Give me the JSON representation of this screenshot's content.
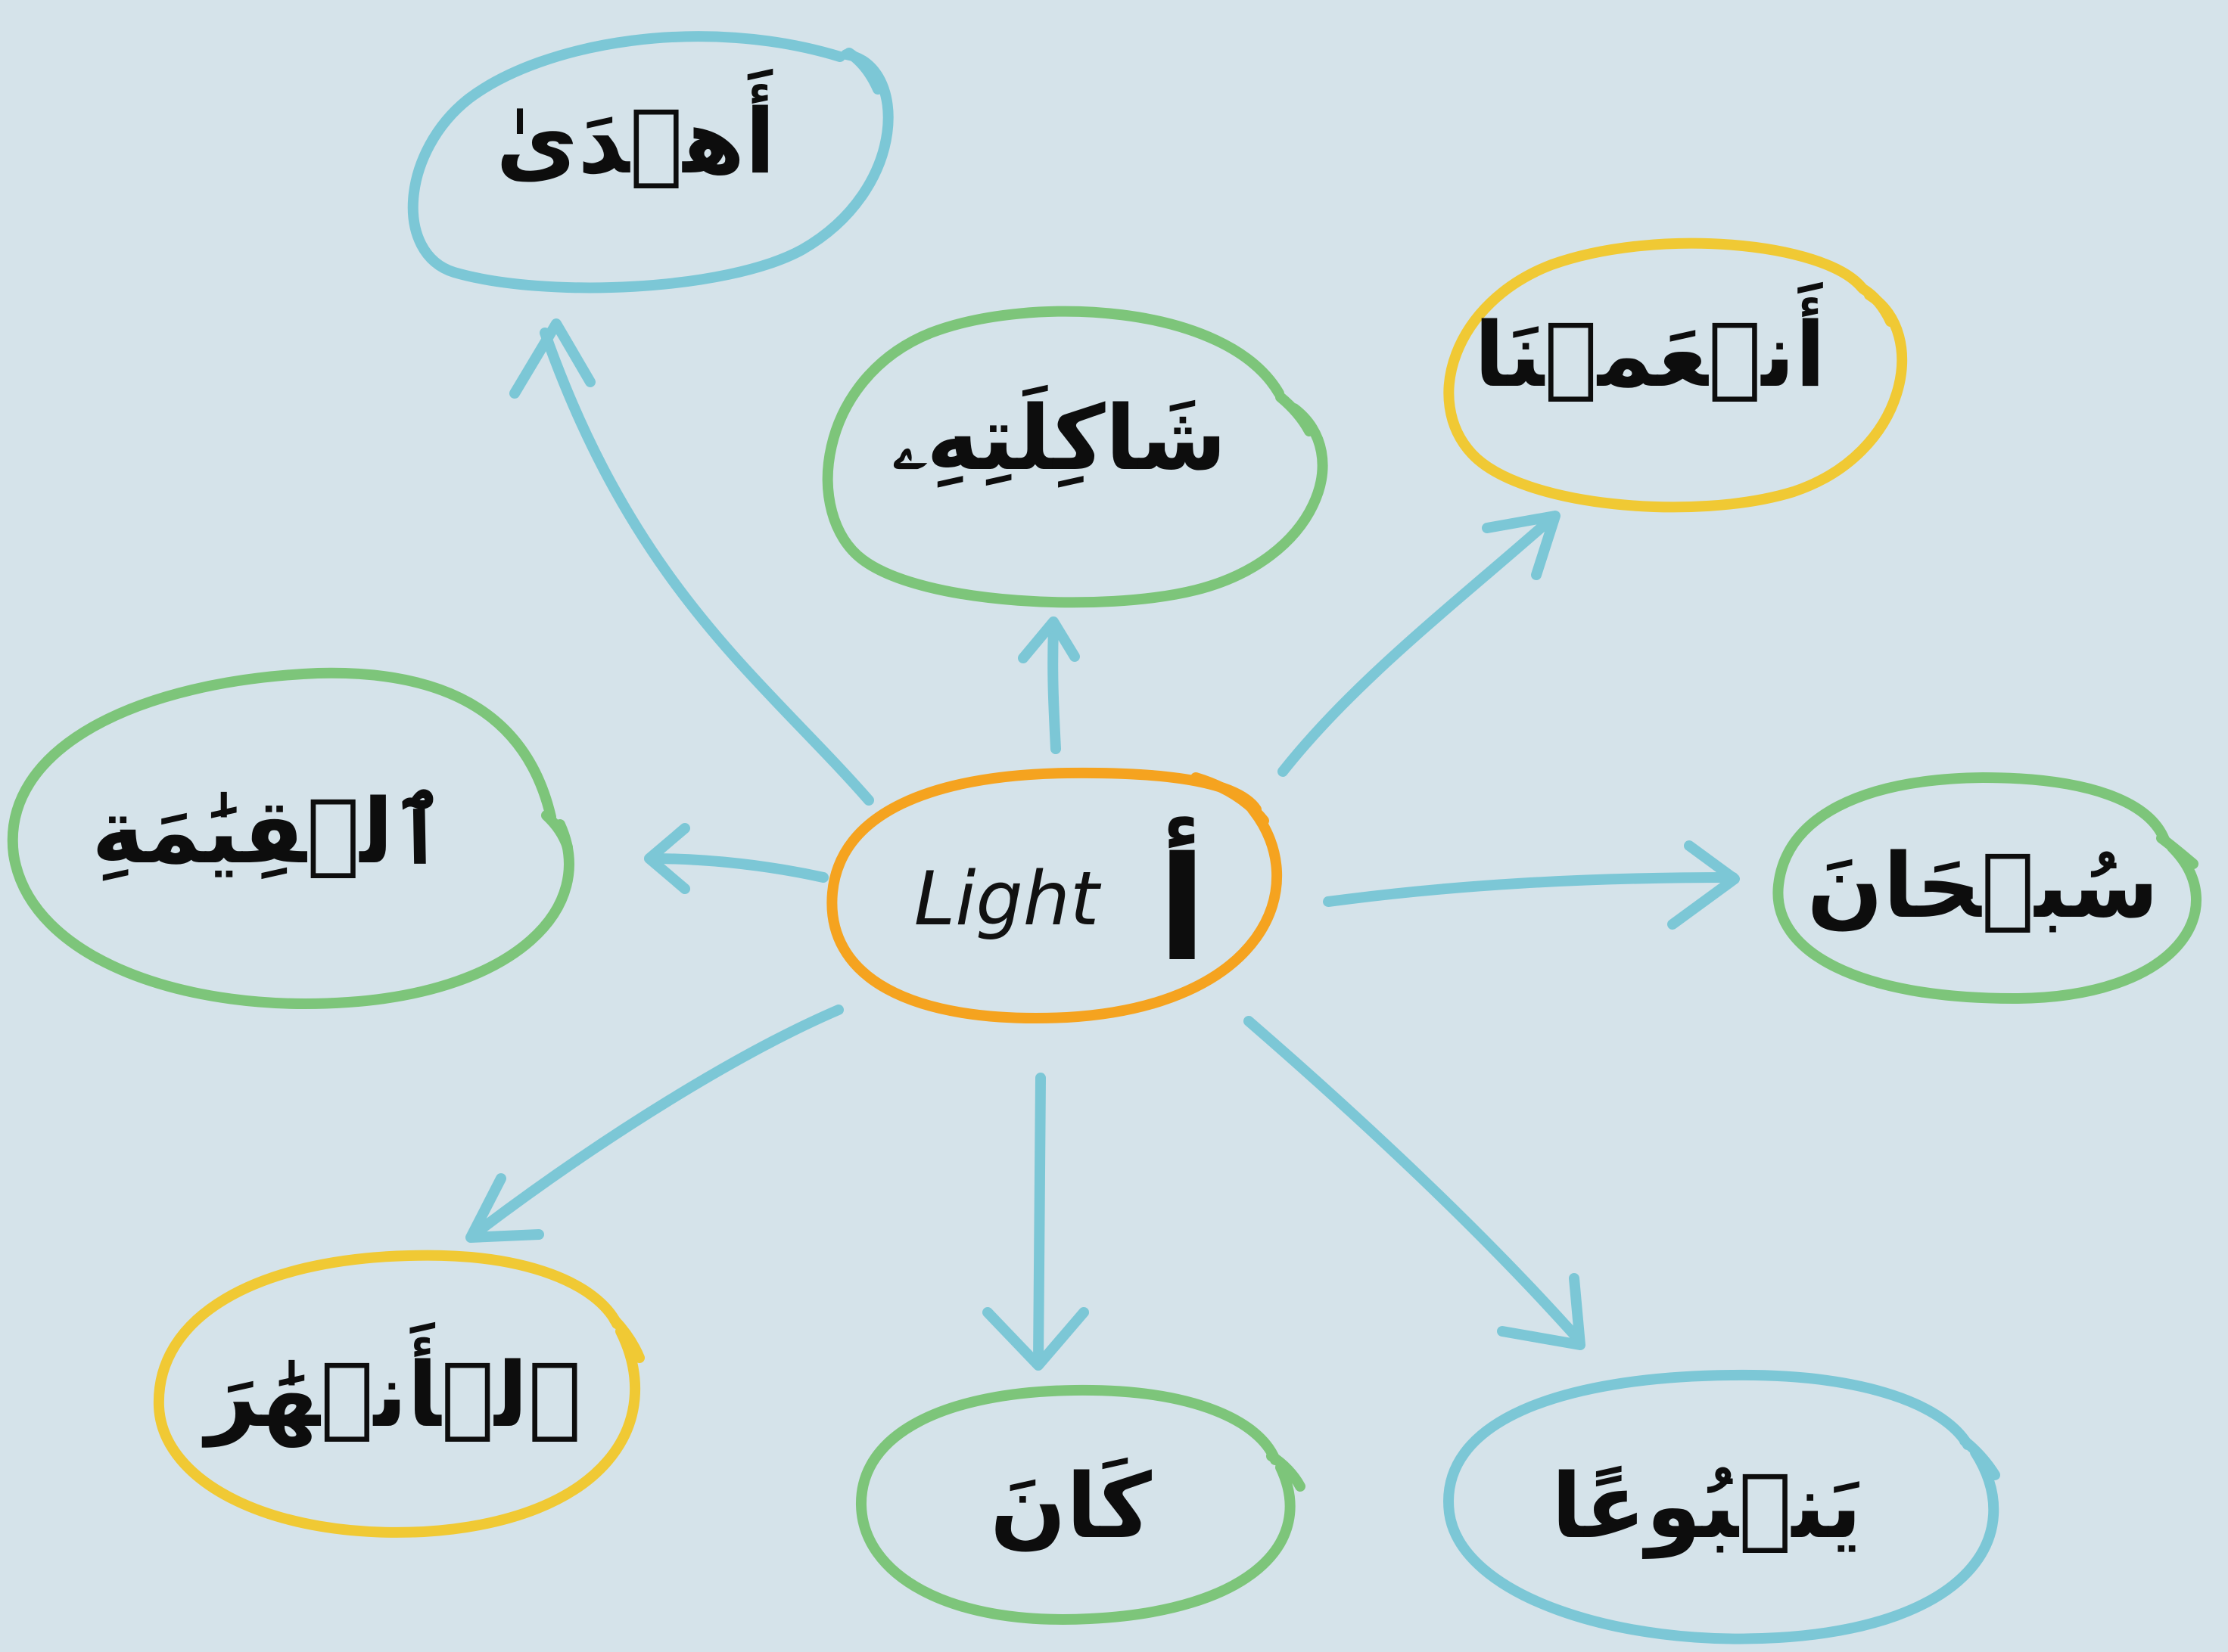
{
  "center": {
    "label": "Light",
    "letter": "أ",
    "color": "#f5a31f"
  },
  "words": [
    {
      "id": "ahda",
      "text": "أَهۡدَىٰ",
      "color": "#7cc7d6"
    },
    {
      "id": "shakilatih",
      "text": "شَاكِلَتِهِۦ",
      "color": "#7dc57a"
    },
    {
      "id": "anamna",
      "text": "أَنۡعَمۡنَا",
      "color": "#f0c934"
    },
    {
      "id": "alqiyama",
      "text": "ٱلۡقِيَٰمَةِ",
      "color": "#7dc57a"
    },
    {
      "id": "subhan",
      "text": "سُبۡحَانَ",
      "color": "#7dc57a"
    },
    {
      "id": "alanhar",
      "text": "ٱلۡأَنۡهَٰرَ",
      "color": "#f0c934"
    },
    {
      "id": "kana",
      "text": "كَانَ",
      "color": "#7dc57a"
    },
    {
      "id": "yanbua",
      "text": "يَنۢبُوعًا",
      "color": "#7cc7d6"
    }
  ],
  "arrow_color": "#7cc7d6",
  "background": "#d5e3ea"
}
